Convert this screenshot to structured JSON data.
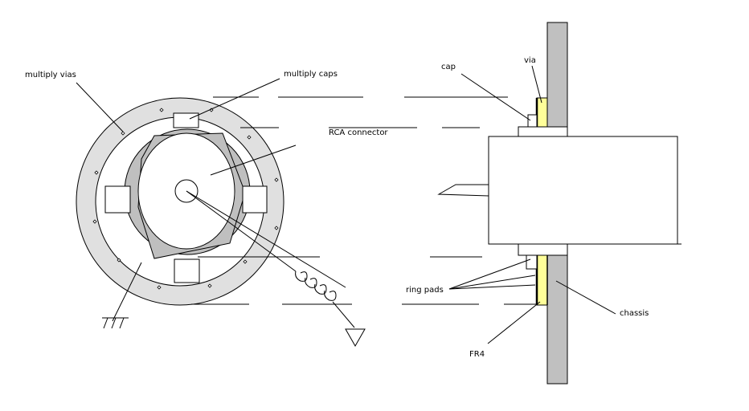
{
  "labels": {
    "multiply_vias": "multiply vias",
    "multiply_caps": "multiply caps",
    "rca_connector": "RCA connector",
    "cap": "cap",
    "via": "via",
    "ring_pads": "ring pads",
    "chassis": "chassis",
    "fr4": "FR4"
  },
  "colors": {
    "ring_gray": "#e0e0e0",
    "hex_gray": "#bfbfbf",
    "chassis_gray": "#c0c0c0",
    "fr4_yellow": "#ffff99",
    "line": "#000000",
    "background": "#ffffff"
  },
  "symbols": [
    "chassis-ground-symbol",
    "signal-ground-symbol",
    "inductor-coil"
  ]
}
